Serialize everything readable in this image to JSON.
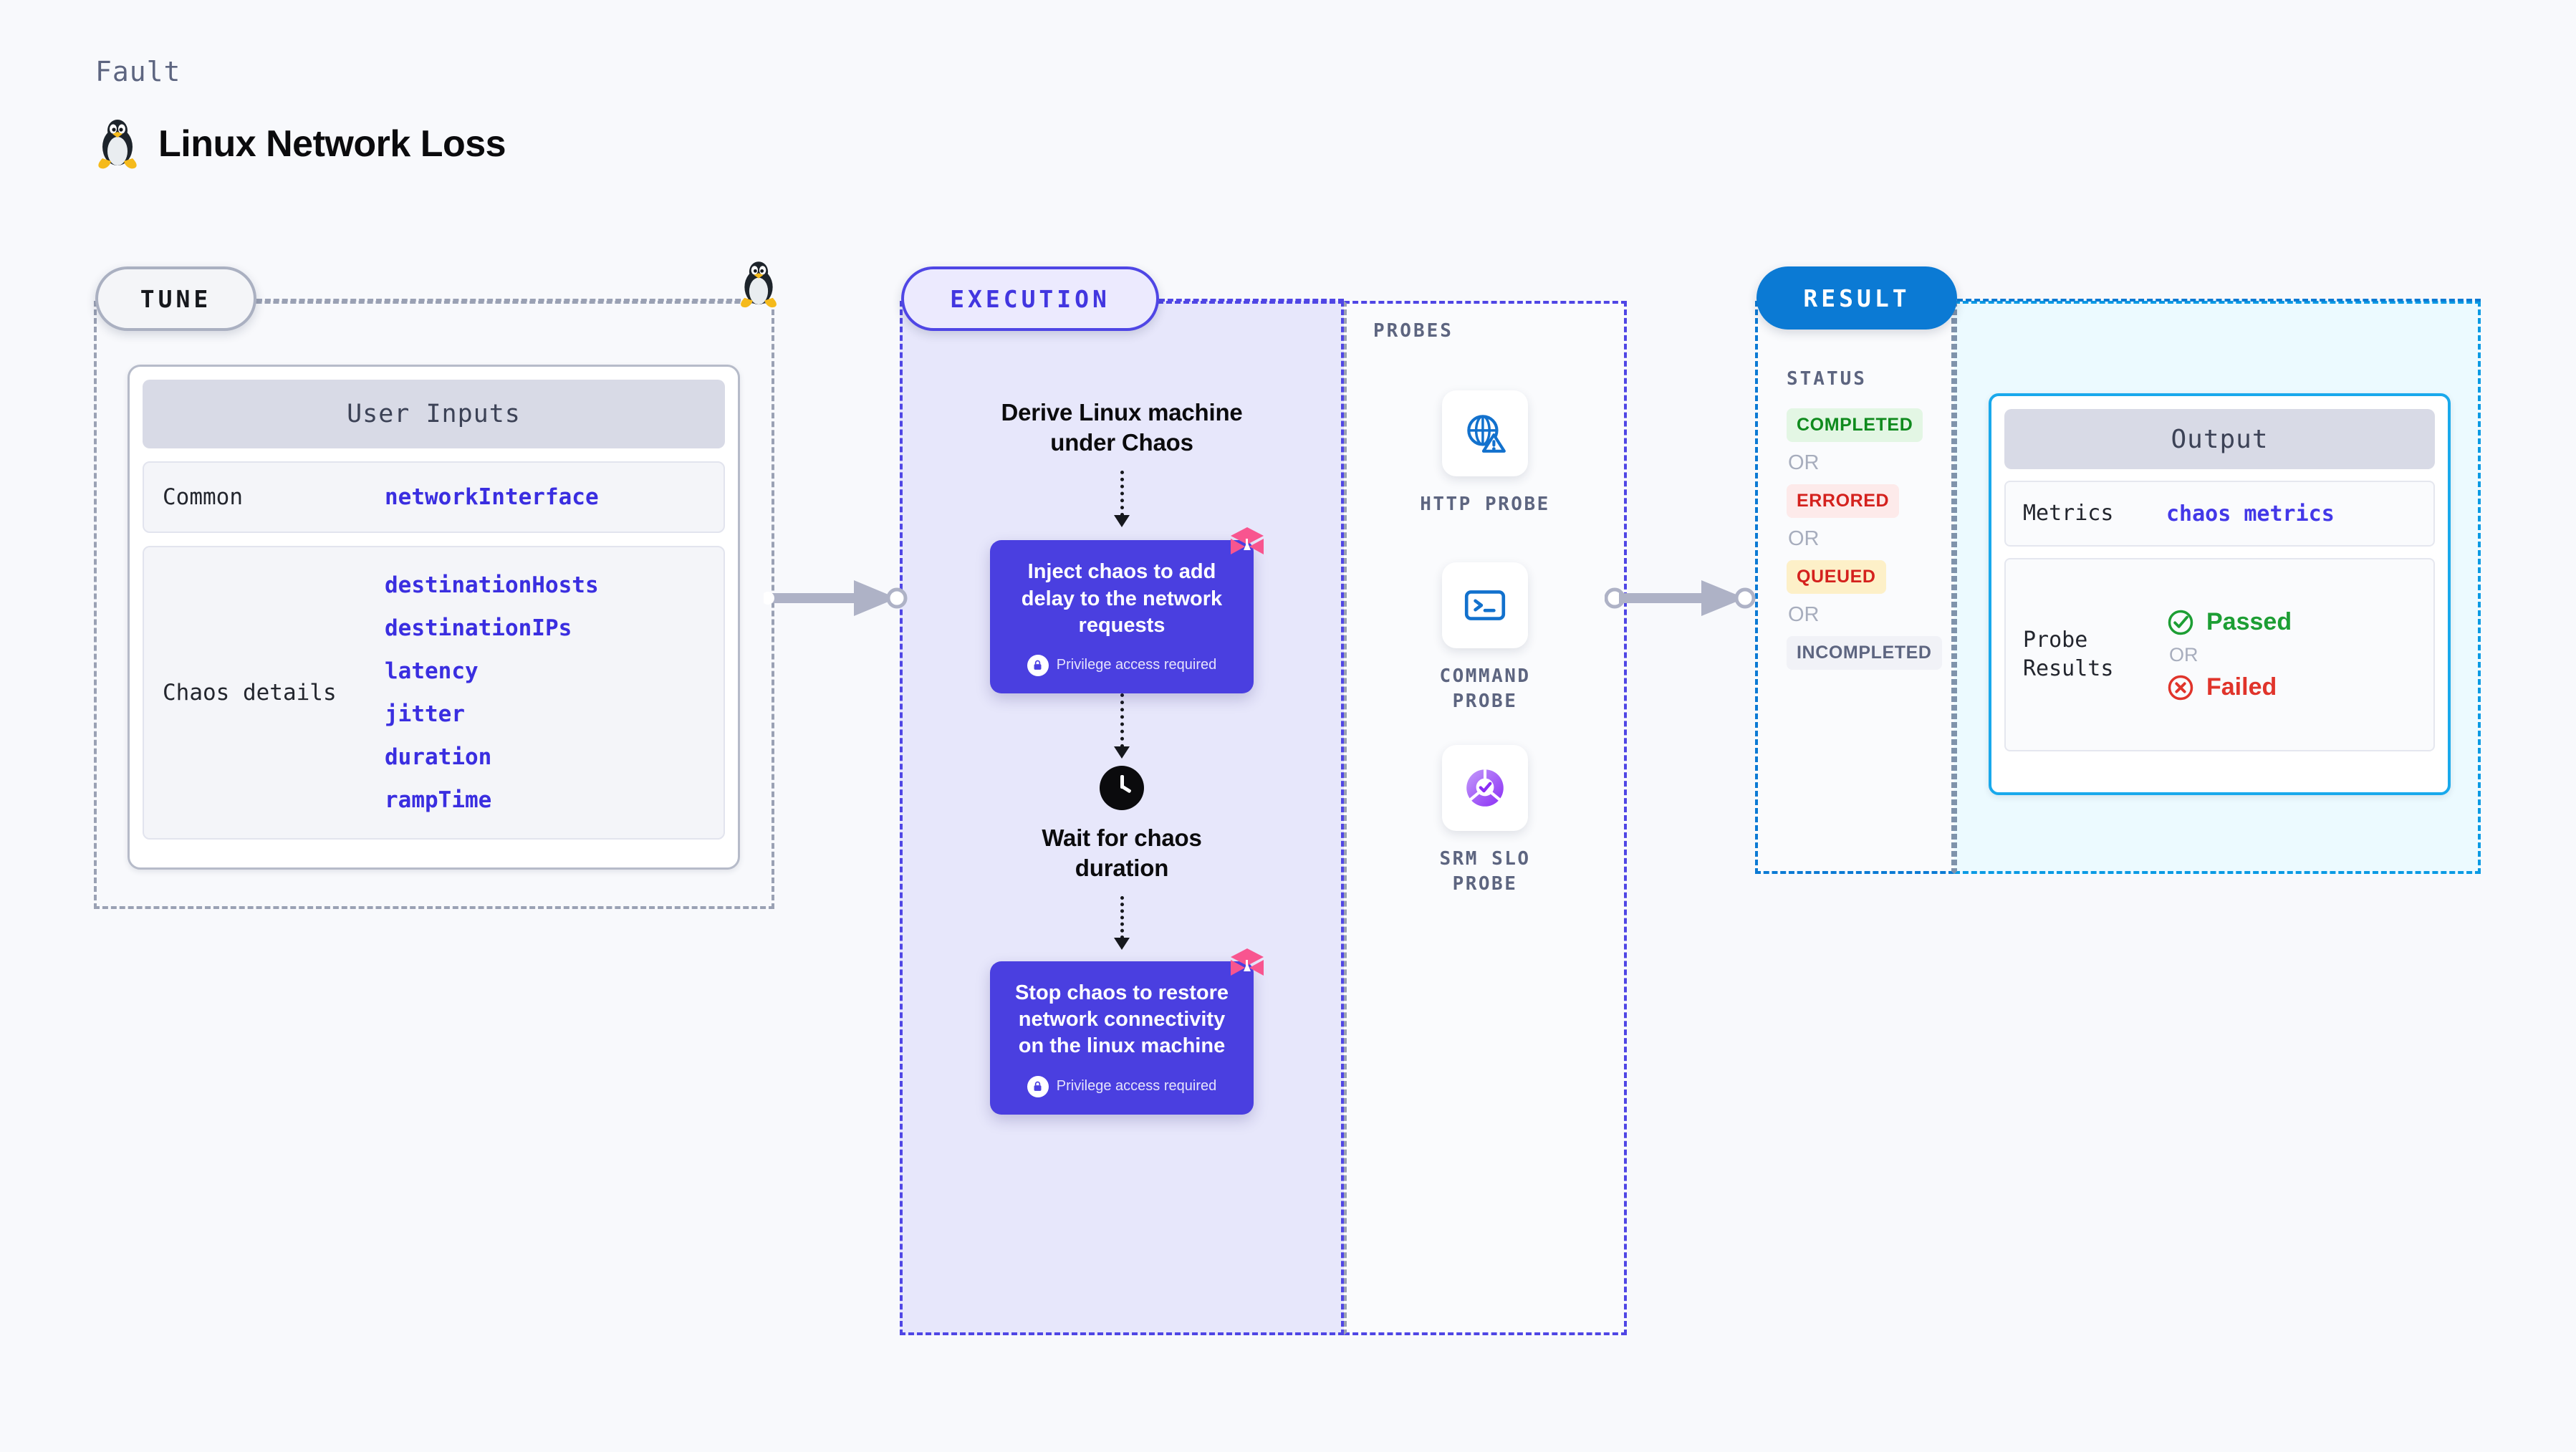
{
  "header": {
    "eyebrow": "Fault",
    "title": "Linux Network Loss",
    "icon": "linux-penguin-icon"
  },
  "stages": {
    "tune": {
      "label": "TUNE"
    },
    "execution": {
      "label": "EXECUTION"
    },
    "probes": {
      "label": "PROBES"
    },
    "result": {
      "label": "RESULT"
    }
  },
  "tune": {
    "card_title": "User Inputs",
    "rows": [
      {
        "label": "Common",
        "values": [
          "networkInterface"
        ]
      },
      {
        "label": "Chaos details",
        "values": [
          "destinationHosts",
          "destinationIPs",
          "latency",
          "jitter",
          "duration",
          "rampTime"
        ]
      }
    ]
  },
  "execution": {
    "step1": "Derive Linux machine\nunder Chaos",
    "step1_line1": "Derive Linux machine",
    "step1_line2": "under Chaos",
    "inject_box": {
      "title": "Inject chaos to add delay to the network requests",
      "privilege": "Privilege access required",
      "badge_icon": "harness-chaos-icon",
      "lock_icon": "lock-icon"
    },
    "wait_step": {
      "icon": "clock-icon",
      "line1": "Wait for chaos",
      "line2": "duration"
    },
    "stop_box": {
      "title": "Stop chaos to restore network connectivity on the linux machine",
      "privilege": "Privilege access required",
      "badge_icon": "harness-chaos-icon",
      "lock_icon": "lock-icon"
    }
  },
  "probes": [
    {
      "icon": "globe-warning-icon",
      "label_line1": "HTTP  PROBE",
      "label_line2": ""
    },
    {
      "icon": "terminal-prompt-icon",
      "label_line1": "COMMAND",
      "label_line2": "PROBE"
    },
    {
      "icon": "srm-slo-donut-check-icon",
      "label_line1": "SRM  SLO",
      "label_line2": "PROBE"
    }
  ],
  "result": {
    "status_title": "STATUS",
    "or_label": "OR",
    "statuses": [
      {
        "label": "COMPLETED",
        "color": "#0f8a1d",
        "bg": "#e3f6e4"
      },
      {
        "label": "ERRORED",
        "color": "#d4211d",
        "bg": "#fdeaea"
      },
      {
        "label": "QUEUED",
        "color": "#d4211d",
        "bg": "#fdf0c8"
      },
      {
        "label": "INCOMPLETED",
        "color": "#5d6580",
        "bg": "#f1f2f7"
      }
    ]
  },
  "output": {
    "card_title": "Output",
    "metrics_label": "Metrics",
    "metrics_value": "chaos metrics",
    "probe_results_label_line1": "Probe",
    "probe_results_label_line2": "Results",
    "passed_label": "Passed",
    "failed_label": "Failed",
    "or_label": "OR",
    "passed_icon": "check-circle-icon",
    "failed_icon": "x-circle-icon"
  },
  "colors": {
    "accent_purple": "#4a3fe0",
    "accent_blue": "#0b7ad4",
    "accent_cyan": "#19a9ec",
    "pink": "#f8558f",
    "muted": "#5d6580"
  }
}
